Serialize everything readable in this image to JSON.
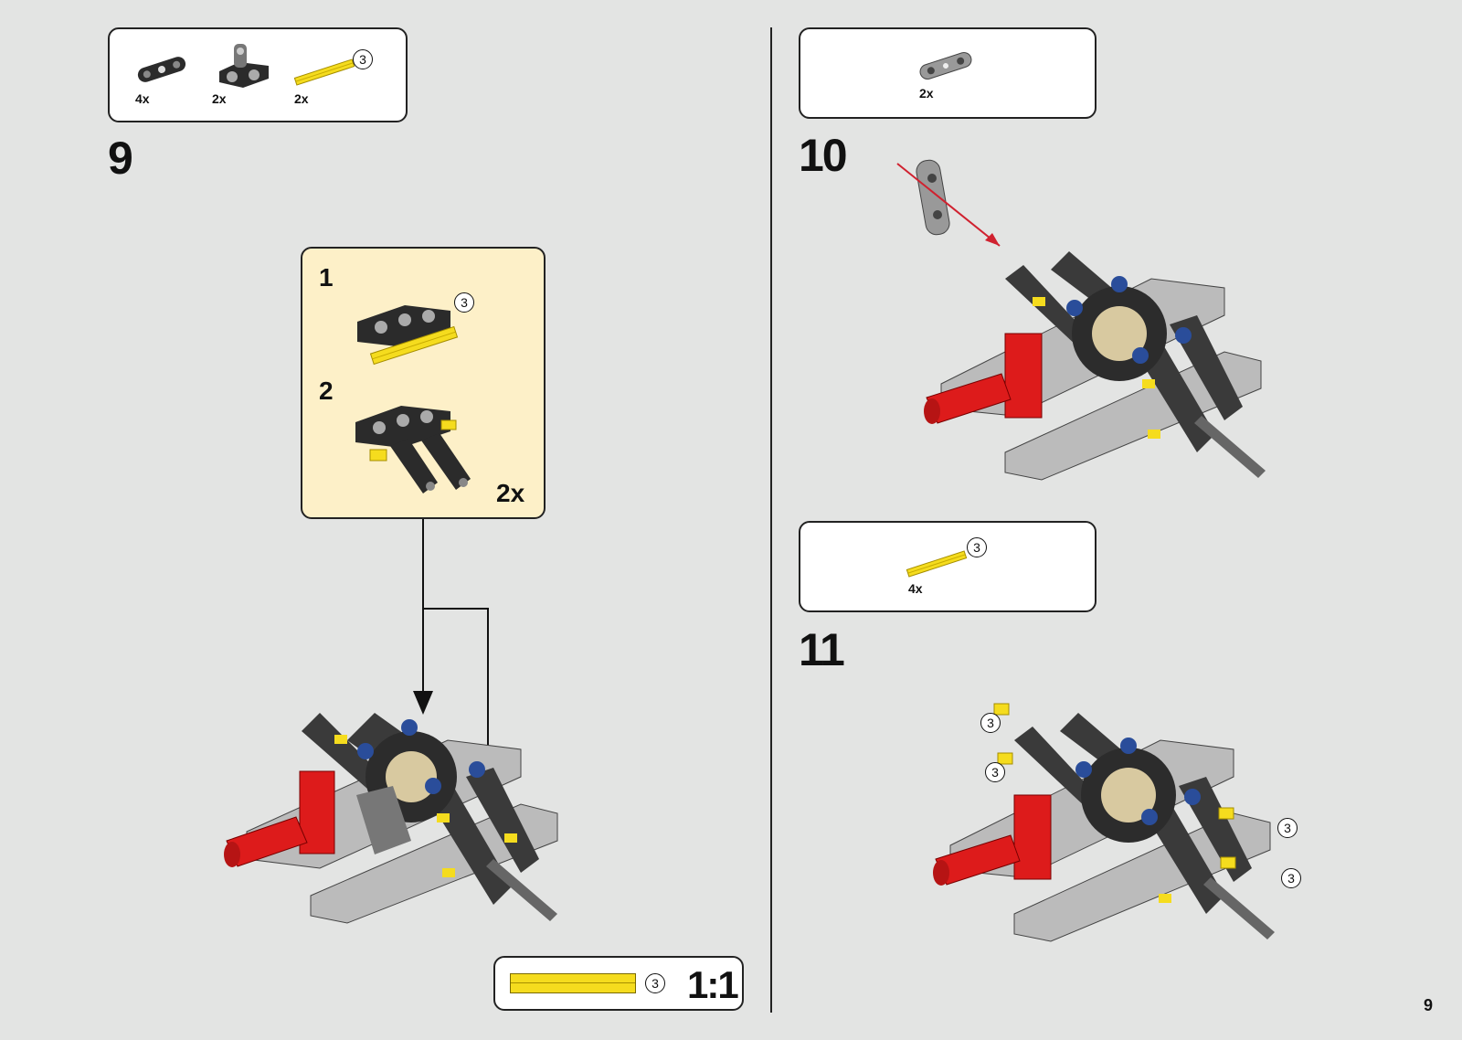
{
  "page_number": "9",
  "left": {
    "step_number": "9",
    "parts": [
      {
        "icon": "beam-3-icon",
        "qty": "4x"
      },
      {
        "icon": "connector-block-icon",
        "qty": "2x"
      },
      {
        "icon": "yellow-axle-icon",
        "qty": "2x",
        "length": "3"
      }
    ],
    "subassembly": {
      "steps": [
        {
          "number": "1",
          "axle_length": "3"
        },
        {
          "number": "2"
        }
      ],
      "multiplier": "2x"
    },
    "scale_label": {
      "length": "3",
      "ratio": "1:1"
    }
  },
  "right_top": {
    "step_number": "10",
    "parts": [
      {
        "icon": "beam-2-icon",
        "qty": "2x"
      }
    ]
  },
  "right_bottom": {
    "step_number": "11",
    "parts": [
      {
        "icon": "yellow-axle-icon",
        "qty": "4x",
        "length": "3"
      }
    ],
    "callouts": [
      "3",
      "3",
      "3",
      "3"
    ]
  },
  "colors": {
    "background": "#e3e4e3",
    "submodel": "#fdf0c8",
    "arrow_red": "#d0212f",
    "axle_yellow": "#f5dc1e",
    "part_red": "#dd1b1b"
  }
}
